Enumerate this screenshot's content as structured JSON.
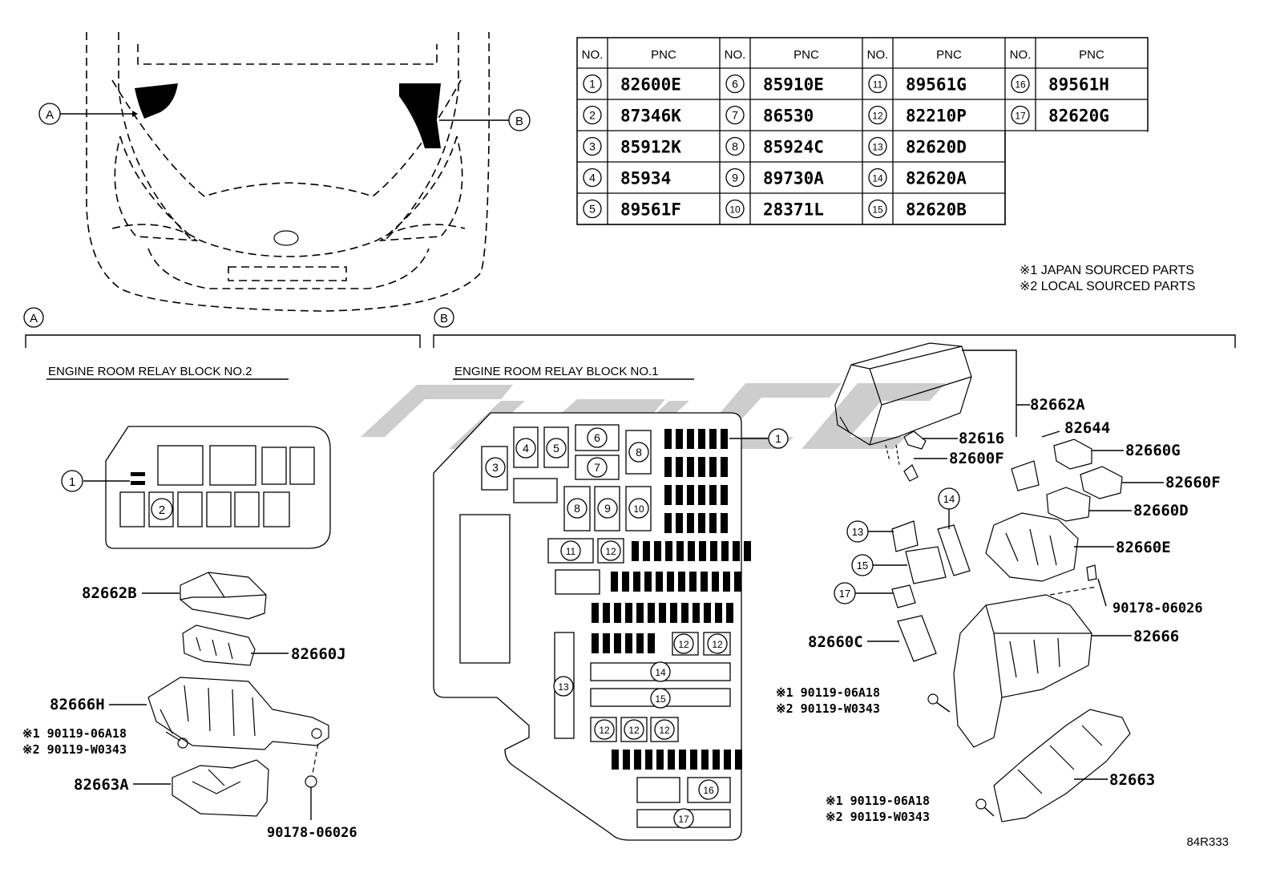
{
  "table": {
    "headers": [
      "NO.",
      "PNC",
      "NO.",
      "PNC",
      "NO.",
      "PNC",
      "NO.",
      "PNC"
    ],
    "columns": [
      [
        {
          "no": "1",
          "pnc": "82600E"
        },
        {
          "no": "2",
          "pnc": "87346K"
        },
        {
          "no": "3",
          "pnc": "85912K"
        },
        {
          "no": "4",
          "pnc": "85934"
        },
        {
          "no": "5",
          "pnc": "89561F"
        }
      ],
      [
        {
          "no": "6",
          "pnc": "85910E"
        },
        {
          "no": "7",
          "pnc": "86530"
        },
        {
          "no": "8",
          "pnc": "85924C"
        },
        {
          "no": "9",
          "pnc": "89730A"
        },
        {
          "no": "10",
          "pnc": "28371L"
        }
      ],
      [
        {
          "no": "11",
          "pnc": "89561G"
        },
        {
          "no": "12",
          "pnc": "82210P"
        },
        {
          "no": "13",
          "pnc": "82620D"
        },
        {
          "no": "14",
          "pnc": "82620A"
        },
        {
          "no": "15",
          "pnc": "82620B"
        }
      ],
      [
        {
          "no": "16",
          "pnc": "89561H"
        },
        {
          "no": "17",
          "pnc": "82620G"
        }
      ]
    ]
  },
  "notes": {
    "n1": "※1 JAPAN SOURCED PARTS",
    "n2": "※2 LOCAL SOURCED PARTS"
  },
  "callouts": {
    "a": "A",
    "b": "B"
  },
  "section_a": {
    "title": "ENGINE ROOM RELAY BLOCK NO.2",
    "parts": {
      "cover": "82662B",
      "holder": "82660J",
      "block": "82666H",
      "bolt1": "※1 90119-06A18",
      "bolt2": "※2 90119-W0343",
      "lower": "82663A",
      "clip": "90178-06026"
    },
    "box_numbers": [
      "1",
      "2"
    ]
  },
  "section_b": {
    "title": "ENGINE ROOM RELAY BLOCK NO.1",
    "parts": {
      "cover": "82662A",
      "p82616": "82616",
      "p82600f": "82600F",
      "p82644": "82644",
      "p82660g": "82660G",
      "p82660f": "82660F",
      "p82660d": "82660D",
      "p82660e": "82660E",
      "clip": "90178-06026",
      "block": "82666",
      "p82660c": "82660C",
      "bolt1a": "※1 90119-06A18",
      "bolt2a": "※2 90119-W0343",
      "lower": "82663",
      "bolt1b": "※1 90119-06A18",
      "bolt2b": "※2 90119-W0343"
    }
  },
  "diagram_code": "84R333"
}
